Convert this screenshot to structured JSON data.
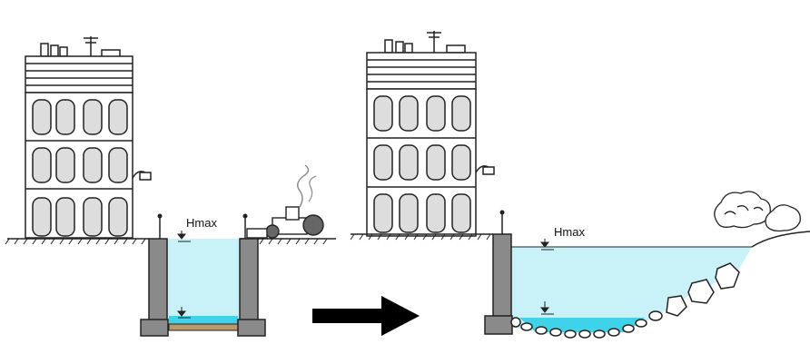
{
  "labels": {
    "left_level": "Hmax",
    "right_level": "Hmax"
  },
  "colors": {
    "water": "#c8f2f8",
    "water_bottom": "#3fd3ea",
    "wall": "#8a8a8a",
    "ground": "#222222",
    "arrow": "#000000"
  },
  "icons": [
    "building-sketch",
    "street-lamp",
    "tractor",
    "arrow-right",
    "level-marker",
    "rocks",
    "shrubs"
  ]
}
